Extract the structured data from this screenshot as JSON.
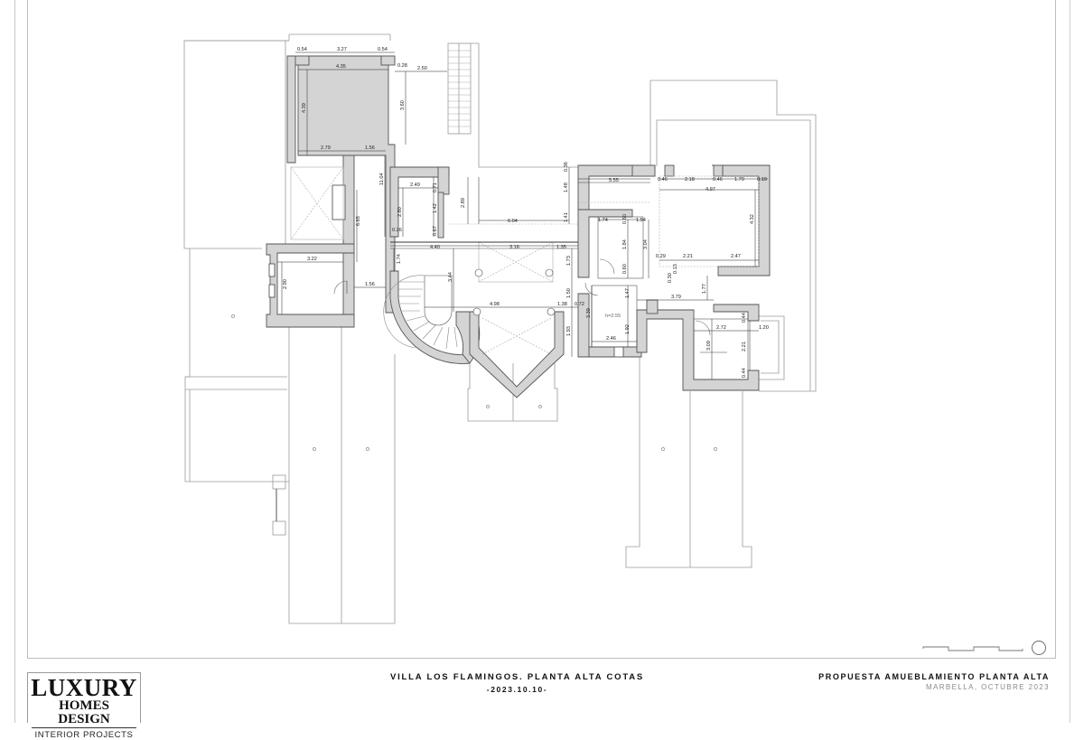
{
  "drawing": {
    "project_title": "VILLA LOS FLAMINGOS. PLANTA ALTA COTAS",
    "date": "-2023.10.10-",
    "sheet_title": "PROPUESTA AMUEBLAMIENTO PLANTA ALTA",
    "location_date": "MARBELLA, OCTUBRE 2023"
  },
  "logo": {
    "line1": "LUXURY",
    "line2": "HOMES DESIGN",
    "line3": "INTERIOR PROJECTS"
  },
  "colors": {
    "wall_fill": "#d4d4d4",
    "wall_stroke": "#555555",
    "outline": "#9a9a9a",
    "text": "#111111"
  },
  "dimensions": {
    "d054a": "0.54",
    "d327": "3.27",
    "d054b": "0.54",
    "d435": "4.35",
    "d028": "0.28",
    "d250": "2.50",
    "d439": "4.39",
    "d360": "3.60",
    "d279": "2.79",
    "d156a": "1.56",
    "d1104": "11.04",
    "d665": "6.65",
    "d322": "3.22",
    "d290": "2.90",
    "d156b": "1.56",
    "d249": "2.49",
    "d071": "0.71",
    "d280": "2.80",
    "d142": "1.42",
    "d067": "0.67",
    "d026": "0.26",
    "d440": "4.40",
    "d174a": "1.74",
    "d344": "3.44",
    "d289": "2.89",
    "d604": "6.04",
    "d148": "1.48",
    "d036": "0.36",
    "d141": "1.41",
    "d316": "3.16",
    "d135": "1.35",
    "d173": "1.73",
    "d150": "1.50",
    "d498": "4.98",
    "d138": "1.38",
    "d072": "0.72",
    "d193": "1.93",
    "d555": "5.55",
    "d174b": "1.74",
    "d060a": "0.60",
    "d154": "1.54",
    "d184": "1.84",
    "d304": "3.04",
    "d060b": "0.60",
    "d147": "1.47",
    "d339": "3.39",
    "h255": "h=2.55",
    "d192": "1.92",
    "d246": "2.46",
    "d046a": "0.46",
    "d218": "2.18",
    "d046b": "0.46",
    "d170": "1.70",
    "d019": "0.19",
    "d497": "4.97",
    "d432": "4.32",
    "d029": "0.29",
    "d221a": "2.21",
    "d247": "2.47",
    "d013": "0.13",
    "d030": "0.30",
    "d177": "1.77",
    "d379": "3.79",
    "d044a": "0.44",
    "d272": "2.72",
    "d120": "1.20",
    "d221b": "2.21",
    "d309": "3.09",
    "d044b": "0.44"
  }
}
